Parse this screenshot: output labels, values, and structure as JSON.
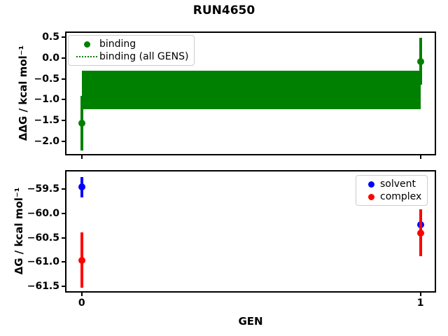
{
  "title": "RUN4650",
  "colors": {
    "binding": "#008000",
    "solvent": "#0000ff",
    "complex": "#ff0000",
    "axes": "#000000",
    "legend_border": "#cccccc",
    "background": "#ffffff"
  },
  "chart_data": [
    {
      "type": "scatter",
      "panel": "binding",
      "ylabel": "ΔΔG / kcal mol⁻¹",
      "xlabel": "",
      "xlim": [
        -0.045,
        1.042
      ],
      "ylim": [
        -2.3,
        0.6
      ],
      "ytick_values": [
        0.5,
        0.0,
        -0.5,
        -1.0,
        -1.5,
        -2.0
      ],
      "ytick_labels": [
        "0.5",
        "0.0",
        "−0.5",
        "−1.0",
        "−1.5",
        "−2.0"
      ],
      "xtick_values": [
        0,
        1
      ],
      "xtick_labels": [],
      "grid": false,
      "legend_position": "upper left",
      "legend": [
        {
          "label": "binding",
          "marker": "circle",
          "color": "#008000"
        },
        {
          "label": "binding (all GENS)",
          "marker": "dotted-line",
          "color": "#008000"
        }
      ],
      "series": [
        {
          "name": "binding",
          "type": "errorbar",
          "color": "#008000",
          "x": [
            0,
            1
          ],
          "y": [
            -1.56,
            -0.08
          ],
          "yerr": [
            0.65,
            0.56
          ]
        }
      ],
      "band": {
        "name": "binding (all GENS)",
        "color": "#008000",
        "x": [
          0,
          1
        ],
        "y_top": -0.31,
        "y_bottom": -1.23,
        "y_center": -0.77
      }
    },
    {
      "type": "scatter",
      "panel": "free-energy",
      "ylabel": "ΔG / kcal mol⁻¹",
      "xlabel": "GEN",
      "xlim": [
        -0.045,
        1.042
      ],
      "ylim": [
        -61.6,
        -59.14
      ],
      "ytick_values": [
        -59.5,
        -60.0,
        -60.5,
        -61.0,
        -61.5
      ],
      "ytick_labels": [
        "−59.5",
        "−60.0",
        "−60.5",
        "−61.0",
        "−61.5"
      ],
      "xtick_values": [
        0,
        1
      ],
      "xtick_labels": [
        "0",
        "1"
      ],
      "grid": false,
      "legend_position": "upper right",
      "legend": [
        {
          "label": "solvent",
          "marker": "circle",
          "color": "#0000ff"
        },
        {
          "label": "complex",
          "marker": "circle",
          "color": "#ff0000"
        }
      ],
      "series": [
        {
          "name": "solvent",
          "type": "errorbar",
          "color": "#0000ff",
          "x": [
            0,
            1
          ],
          "y": [
            -59.46,
            -60.24
          ],
          "yerr": [
            0.21,
            0.23
          ]
        },
        {
          "name": "complex",
          "type": "errorbar",
          "color": "#ff0000",
          "x": [
            0,
            1
          ],
          "y": [
            -60.96,
            -60.4
          ],
          "yerr": [
            0.57,
            0.48
          ]
        }
      ]
    }
  ]
}
